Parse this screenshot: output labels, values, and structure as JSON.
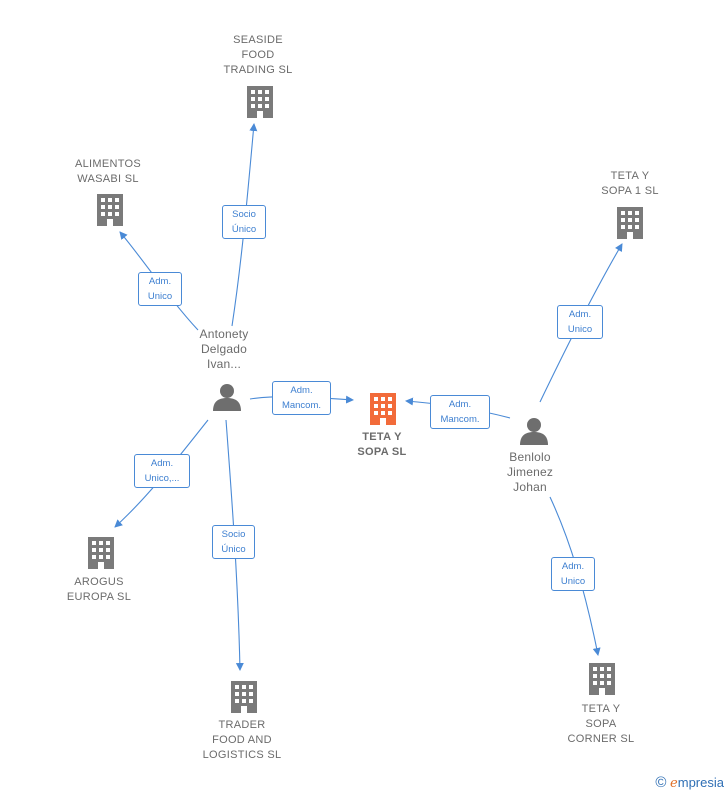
{
  "nodes": {
    "center": {
      "label": "TETA Y\nSOPA  SL",
      "icon": "building-icon",
      "color": "#f26b3a"
    },
    "seaside": {
      "label": "SEASIDE\nFOOD\nTRADING  SL",
      "icon": "building-icon"
    },
    "alimentos": {
      "label": "ALIMENTOS\nWASABI  SL",
      "icon": "building-icon"
    },
    "teta1": {
      "label": "TETA Y\nSOPA 1  SL",
      "icon": "building-icon"
    },
    "arogus": {
      "label": "AROGUS\nEUROPA  SL",
      "icon": "building-icon"
    },
    "trader": {
      "label": "TRADER\nFOOD AND\nLOGISTICS  SL",
      "icon": "building-icon"
    },
    "corner": {
      "label": "TETA Y\nSOPA\nCORNER  SL",
      "icon": "building-icon"
    },
    "antonety": {
      "label": "Antonety\nDelgado\nIvan...",
      "icon": "person-icon"
    },
    "benlolo": {
      "label": "Benlolo\nJimenez\nJohan",
      "icon": "person-icon"
    }
  },
  "edges": {
    "ant_seaside": "Socio\nÚnico",
    "ant_alimentos": "Adm.\nUnico",
    "ant_center": "Adm.\nMancom.",
    "ant_arogus": "Adm.\nUnico,...",
    "ant_trader": "Socio\nÚnico",
    "ben_center": "Adm.\nMancom.",
    "ben_teta1": "Adm.\nUnico",
    "ben_corner": "Adm.\nUnico"
  },
  "colors": {
    "edge": "#4a8ad6",
    "building": "#7a7a7a",
    "main_building": "#f26b3a",
    "person": "#6e6e6e"
  },
  "brand": {
    "copyright": "©",
    "name_first": "e",
    "name_rest": "mpresia"
  }
}
